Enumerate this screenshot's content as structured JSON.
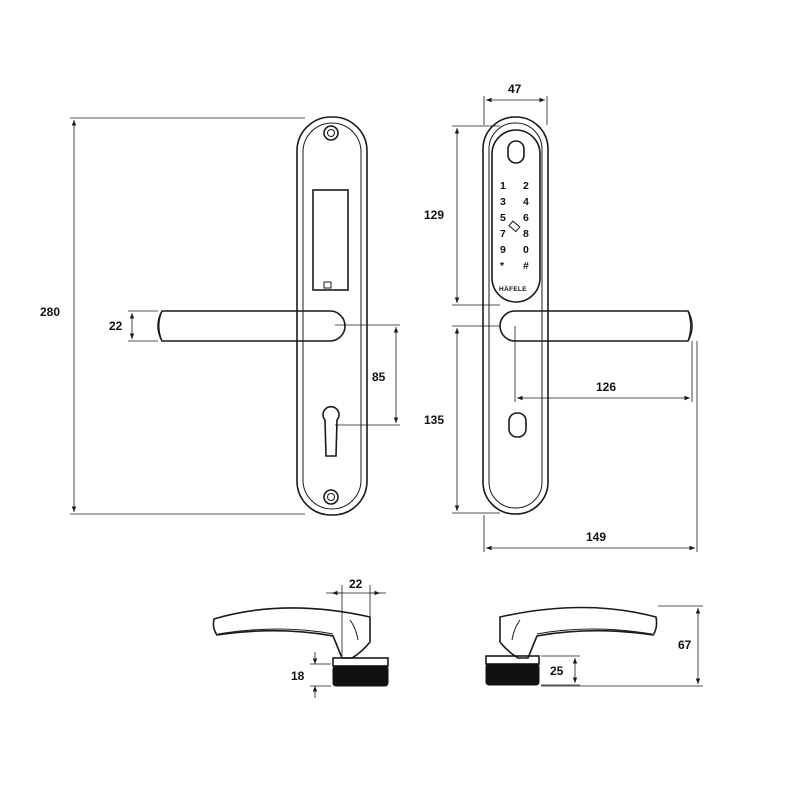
{
  "dimensions": {
    "overall_height": "280",
    "handle_thickness": "22",
    "handle_to_cylinder": "85",
    "plate_width": "47",
    "keypad_height": "129",
    "lower_height": "135",
    "handle_length": "126",
    "total_depth": "149",
    "rose_width": "22",
    "rose_height": "18",
    "base_height": "25",
    "handle_height": "67"
  },
  "keypad": {
    "keys": [
      "1",
      "2",
      "3",
      "4",
      "5",
      "6",
      "7",
      "8",
      "9",
      "0",
      "*",
      "#"
    ]
  },
  "brand": "HÄFELE"
}
